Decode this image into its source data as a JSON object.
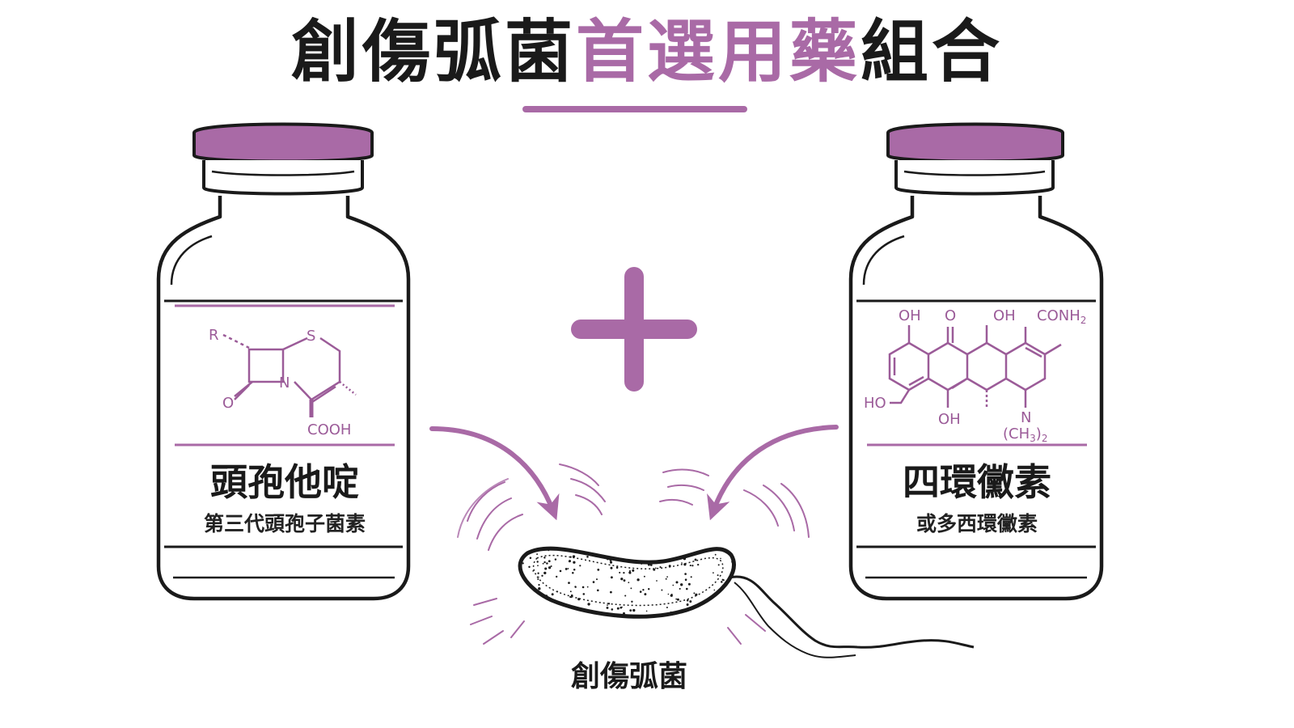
{
  "title": {
    "part1": "創傷弧菌",
    "part2": "首選用藥",
    "part3": "組合",
    "accent_color": "#a96aa6"
  },
  "colors": {
    "purple": "#a96aa6",
    "ink": "#1a1a1a"
  },
  "left_vial": {
    "name": "頭孢他啶",
    "subtitle": "第三代頭孢子菌素",
    "structure_labels": {
      "r": "R",
      "s": "S",
      "n": "N",
      "o": "O",
      "cooh": "COOH"
    }
  },
  "operator": {
    "symbol": "plus-icon"
  },
  "right_vial": {
    "name": "四環黴素",
    "subtitle": "或多西環黴素",
    "structure_labels": {
      "oh1": "OH",
      "o": "O",
      "oh2": "OH",
      "conh": "CONH",
      "conh_sub": "2",
      "ho": "HO",
      "oh3": "OH",
      "n": "N",
      "nme": "(CH",
      "nme_sub": "3",
      "nme_close": ")",
      "nme_sub2": "2"
    }
  },
  "bacterium": {
    "label": "創傷弧菌"
  }
}
